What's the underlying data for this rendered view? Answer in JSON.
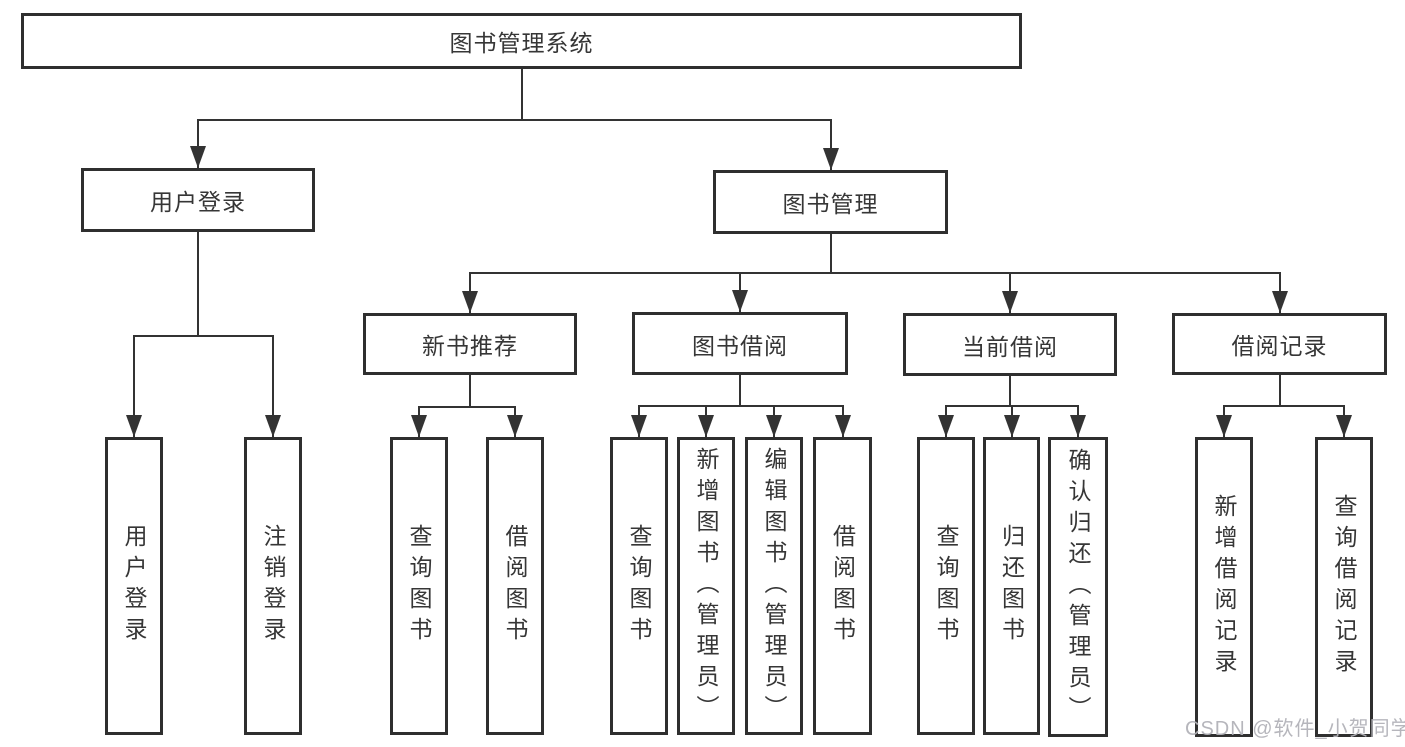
{
  "diagram": {
    "tree": {
      "id": "library-system",
      "label": "图书管理系统",
      "children": [
        {
          "id": "user-login",
          "label": "用户登录",
          "children": [
            {
              "id": "leaf-user-login",
              "label": "用户登录"
            },
            {
              "id": "leaf-logout",
              "label": "注销登录"
            }
          ]
        },
        {
          "id": "book-management",
          "label": "图书管理",
          "children": [
            {
              "id": "new-book-recommend",
              "label": "新书推荐",
              "children": [
                {
                  "id": "nb-query-books",
                  "label": "查询图书"
                },
                {
                  "id": "nb-borrow-books",
                  "label": "借阅图书"
                }
              ]
            },
            {
              "id": "book-borrowing",
              "label": "图书借阅",
              "children": [
                {
                  "id": "bb-query-books",
                  "label": "查询图书"
                },
                {
                  "id": "bb-add-books",
                  "label": "新增图书（管理员）"
                },
                {
                  "id": "bb-edit-books",
                  "label": "编辑图书（管理员）"
                },
                {
                  "id": "bb-borrow-books",
                  "label": "借阅图书"
                }
              ]
            },
            {
              "id": "current-borrowing",
              "label": "当前借阅",
              "children": [
                {
                  "id": "cb-query-books",
                  "label": "查询图书"
                },
                {
                  "id": "cb-return-books",
                  "label": "归还图书"
                },
                {
                  "id": "cb-confirm-return",
                  "label": "确认归还（管理员）"
                }
              ]
            },
            {
              "id": "borrow-records",
              "label": "借阅记录",
              "children": [
                {
                  "id": "br-add-record",
                  "label": "新增借阅记录"
                },
                {
                  "id": "br-query-record",
                  "label": "查询借阅记录"
                }
              ]
            }
          ]
        }
      ]
    }
  },
  "watermark": {
    "text": "CSDN @软件_小贺同学"
  },
  "colors": {
    "line": "#333333",
    "box_border": "#2f2f2f",
    "text": "#363636",
    "watermark": "#b2b2b8",
    "background": "#ffffff"
  }
}
